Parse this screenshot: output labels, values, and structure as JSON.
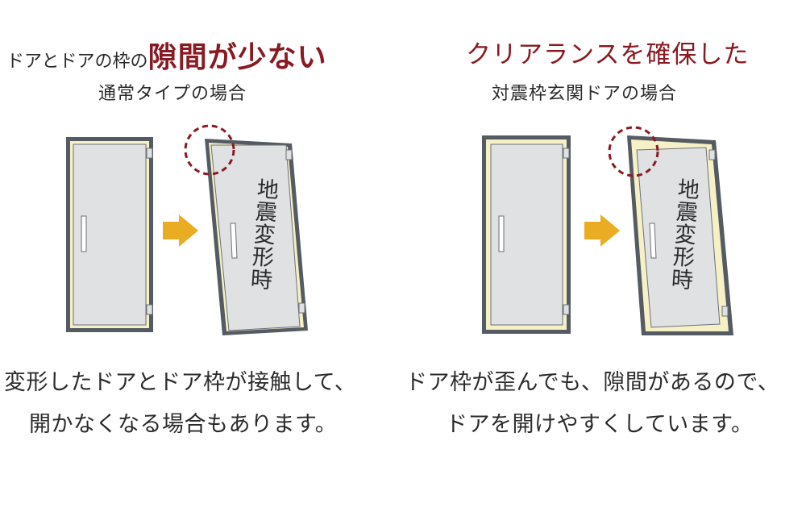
{
  "left": {
    "heading_prefix": "ドアとドアの枠の",
    "heading_emphasis": "隙間が少ない",
    "subheading": "通常タイプの場合",
    "door_label": "地震変形時",
    "caption_line1": "変形したドアとドア枠が接触して、",
    "caption_line2": "開かなくなる場合もあります。"
  },
  "right": {
    "heading": "クリアランスを確保した",
    "subheading": "対震枠玄関ドアの場合",
    "door_label": "地震変形時",
    "caption_line1": "ドア枠が歪んでも、隙間があるので、",
    "caption_line2": "ドアを開けやすくしています。"
  },
  "colors": {
    "accent_red": "#8a1a22",
    "arrow": "#e9ac22",
    "frame": "#545b62",
    "door": "#dfe1e3",
    "gap": "#f6f0c6"
  }
}
